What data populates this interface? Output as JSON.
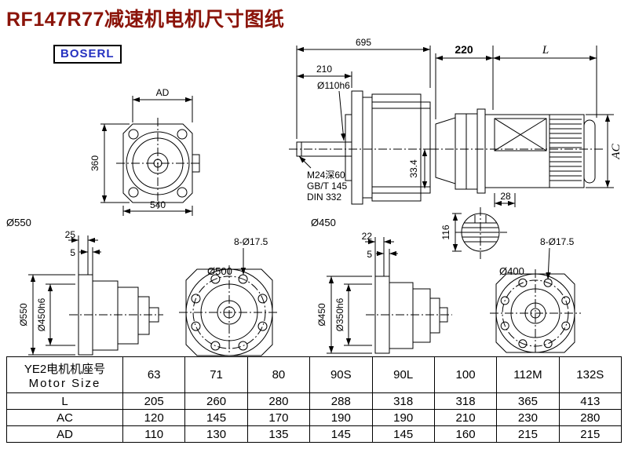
{
  "colors": {
    "title": "#8b140a",
    "logo": "#2531c0",
    "line": "#000000",
    "background": "#ffffff"
  },
  "header": {
    "title": "RF147R77减速机电机尺寸图纸",
    "logo": "BOSERL"
  },
  "views": {
    "front": {
      "ad": "AD",
      "h360": "360",
      "w540": "540",
      "d550": "Ø550"
    },
    "side": {
      "w695": "695",
      "w210": "210",
      "shaft_dia": "Ø110h6",
      "tap": "M24深60",
      "std1": "GB/T 145",
      "std2": "DIN 332",
      "k334": "33.4",
      "d450": "Ø450"
    },
    "motor": {
      "w220": "220",
      "len": "L",
      "ac": "AC",
      "k28": "28",
      "h116": "116"
    },
    "flange_a": {
      "t25": "25",
      "t5": "5",
      "d550": "Ø550",
      "d450h6": "Ø450h6"
    },
    "face_b": {
      "holes": "8-Ø17.5",
      "d500": "Ø500"
    },
    "flange_c": {
      "t22": "22",
      "t5": "5",
      "d450": "Ø450",
      "d350h6": "Ø350h6"
    },
    "face_d": {
      "holes": "8-Ø17.5",
      "d400": "Ø400"
    }
  },
  "table": {
    "header_cn": "YE2电机机座号",
    "header_en": "Motor Size",
    "sizes": [
      "63",
      "71",
      "80",
      "90S",
      "90L",
      "100",
      "112M",
      "132S"
    ],
    "rows": [
      {
        "label": "L",
        "values": [
          "205",
          "260",
          "280",
          "288",
          "318",
          "318",
          "365",
          "413"
        ]
      },
      {
        "label": "AC",
        "values": [
          "120",
          "145",
          "170",
          "190",
          "190",
          "210",
          "230",
          "280"
        ]
      },
      {
        "label": "AD",
        "values": [
          "110",
          "130",
          "135",
          "145",
          "145",
          "160",
          "215",
          "215"
        ]
      }
    ]
  }
}
